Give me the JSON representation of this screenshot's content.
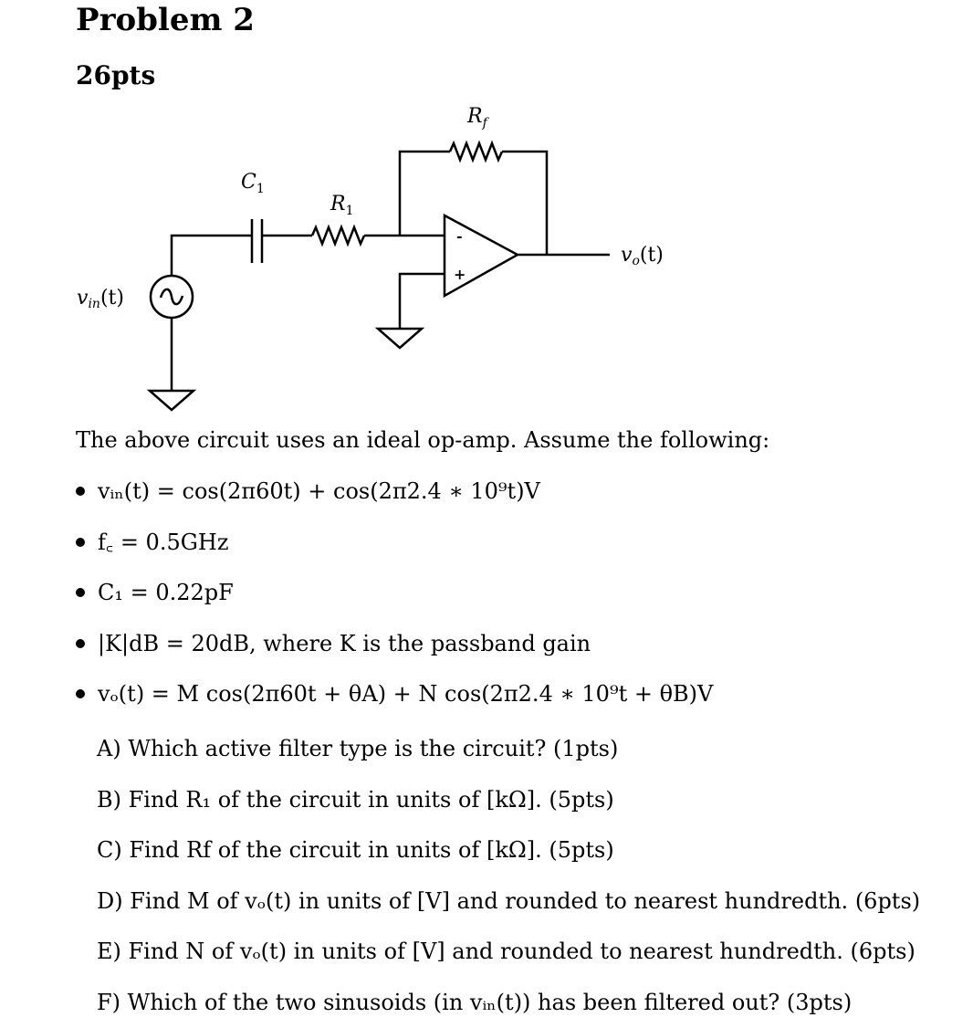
{
  "header": {
    "title": "Problem 2",
    "points": "26pts"
  },
  "circuit": {
    "label_rf": "R",
    "label_rf_sub": "f",
    "label_c1": "C",
    "label_c1_sub": "1",
    "label_r1": "R",
    "label_r1_sub": "1",
    "label_vin": "v",
    "label_vin_sub": "in",
    "label_vin_arg": "(t)",
    "label_vo": "v",
    "label_vo_sub": "o",
    "label_vo_arg": "(t)",
    "opamp_minus": "-",
    "opamp_plus": "+"
  },
  "body": {
    "intro": "The above circuit uses an ideal op-amp. Assume the following:",
    "assumptions": [
      "vᵢₙ(t) = cos(2π60t) + cos(2π2.4 ∗ 10⁹t)V",
      "f꜀ = 0.5GHz",
      "C₁ = 0.22pF",
      "|K|dB = 20dB, where K is the passband gain",
      "vₒ(t) = M cos(2π60t + θA) + N cos(2π2.4 ∗ 10⁹t + θB)V"
    ],
    "questions": [
      "A) Which active filter type is the circuit? (1pts)",
      "B) Find R₁ of the circuit in units of [kΩ]. (5pts)",
      "C) Find Rf of the circuit in units of [kΩ]. (5pts)",
      "D) Find M of vₒ(t) in units of [V] and rounded to nearest hundredth. (6pts)",
      "E) Find N of vₒ(t) in units of [V] and rounded to nearest hundredth. (6pts)",
      "F) Which of the two sinusoids (in vᵢₙ(t)) has been filtered out? (3pts)"
    ]
  }
}
